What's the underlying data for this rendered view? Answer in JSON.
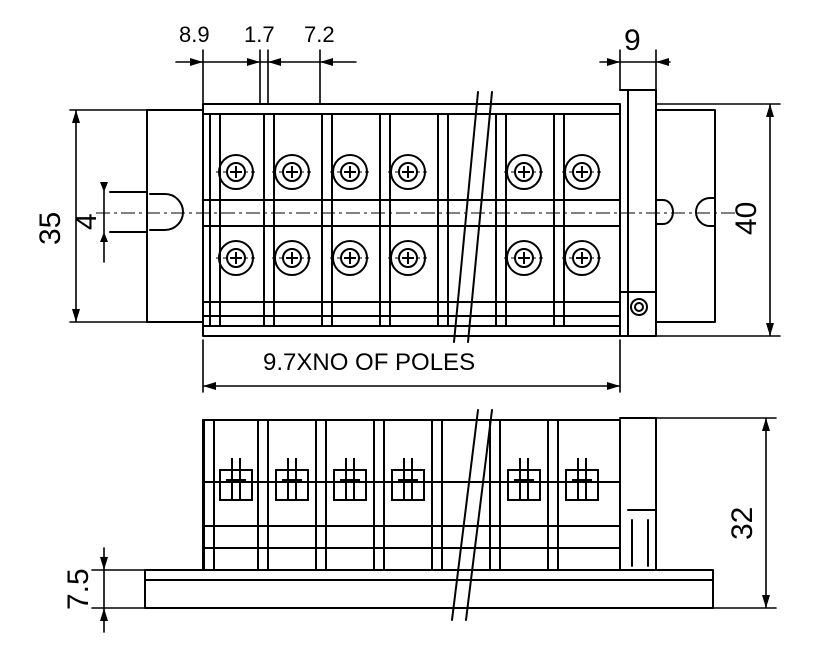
{
  "dimensions": {
    "pitch_left": "8.9",
    "gap": "1.7",
    "pitch": "7.2",
    "end_width": "9",
    "height_top": "35",
    "slot": "4",
    "height_right": "40",
    "length_formula": "9.7XNO OF POLES",
    "side_height": "32",
    "base_thickness": "7.5"
  },
  "colors": {
    "line": "#000000",
    "background": "#ffffff"
  }
}
